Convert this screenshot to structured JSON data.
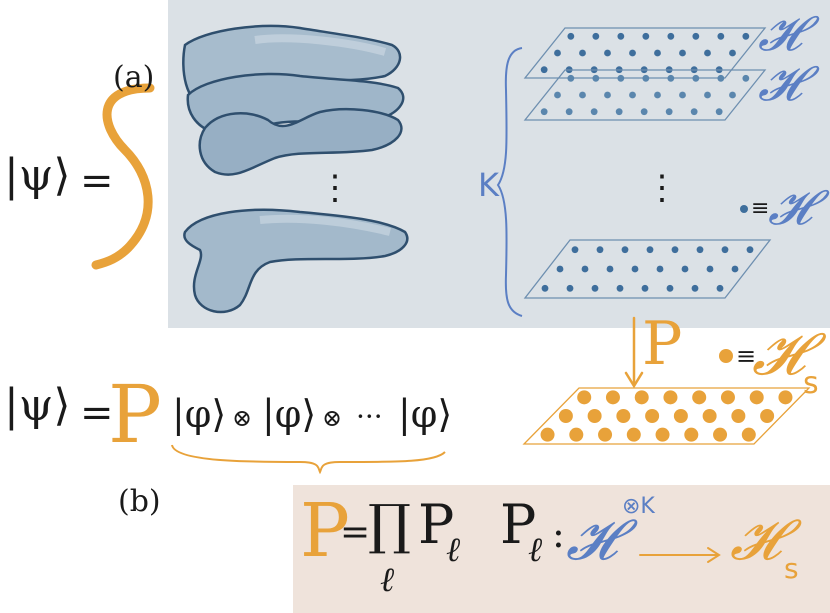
{
  "labels": {
    "a": "(a)",
    "b": "(b)",
    "psi": "|ψ⟩",
    "equals": "=",
    "k": "K",
    "dots": "⋮",
    "h": "𝓗",
    "equiv": "≡",
    "p": "P",
    "phi": "|φ⟩",
    "otimes": "⊗",
    "cdots": "···",
    "prod": "∏",
    "ell": "ℓ",
    "colon": ":",
    "tensor_k": "⊗K",
    "hs": "𝓗",
    "s": "s"
  },
  "colors": {
    "panel_a": "#dbe1e6",
    "panel_b": "#efe3db",
    "blue": "#5b7fc4",
    "dot_blue": "#3e6e9c",
    "orange": "#e8a23a",
    "ink": "#1a1a1a"
  }
}
